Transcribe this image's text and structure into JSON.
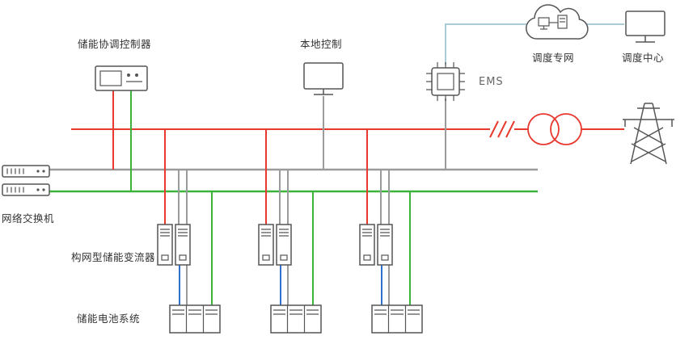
{
  "diagram": {
    "title_hint": "energy-storage-plant-architecture",
    "labels": {
      "controller": "储能协调控制器",
      "local_control": "本地控制",
      "ems": "EMS",
      "dispatch_network": "调度专网",
      "dispatch_center": "调度中心",
      "network_switch": "网络交换机",
      "converter": "构网型储能变流器",
      "battery": "储能电池系统"
    },
    "colors": {
      "power_bus_red": "#e8392e",
      "comm_bus_gray": "#9b9b9b",
      "comm_bus_green": "#3cb43c",
      "dc_link_blue": "#2f6fce",
      "scada_link_lightblue": "#aaccd8",
      "icon_stroke": "#555555",
      "label_text": "#333333"
    },
    "converter_groups": 3,
    "battery_groups": 3
  }
}
